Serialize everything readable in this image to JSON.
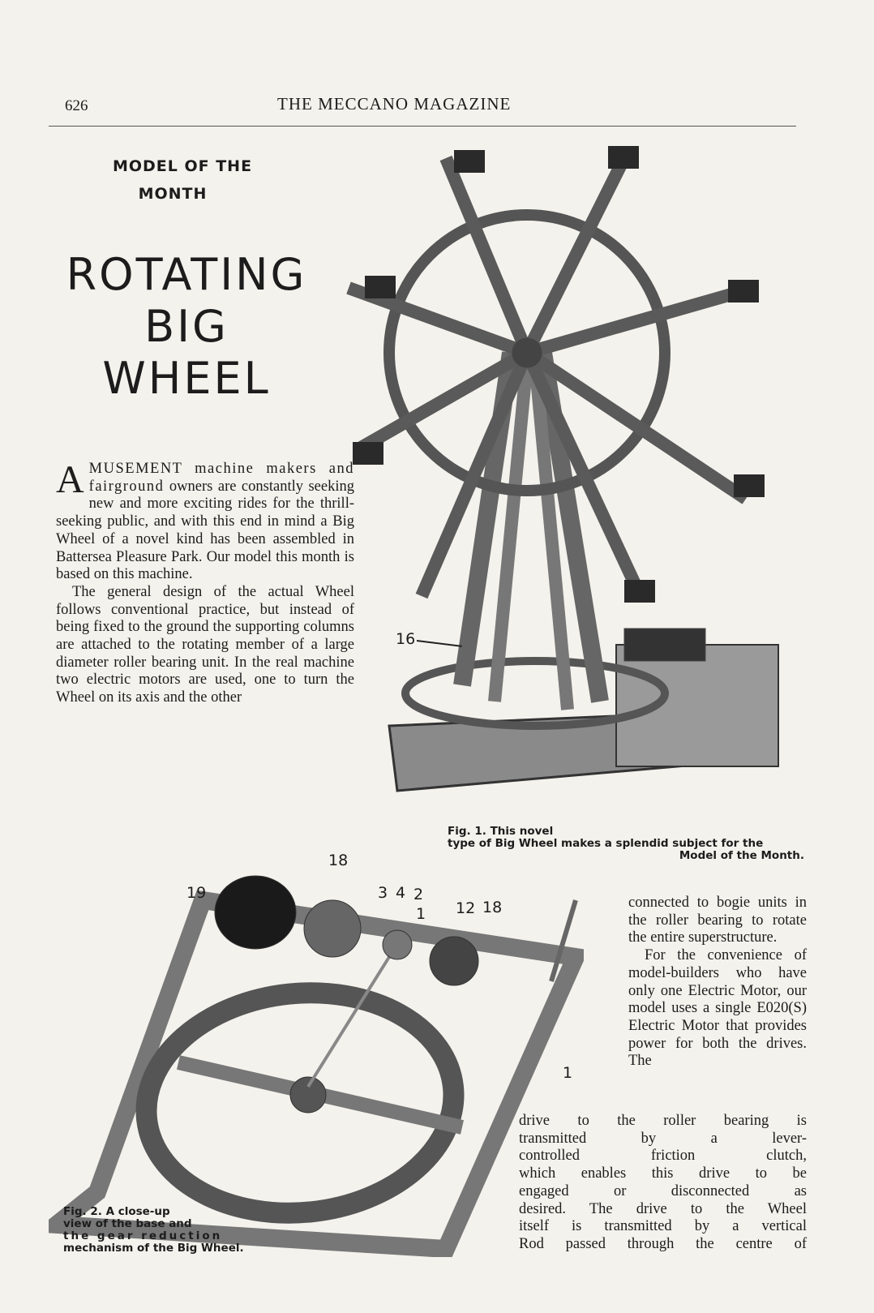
{
  "header": {
    "page_number": "626",
    "magazine_title": "THE MECCANO MAGAZINE"
  },
  "kicker": {
    "line1": "MODEL OF THE",
    "line2": "MONTH"
  },
  "headline": {
    "line1": "ROTATING",
    "line2": "BIG",
    "line3": "WHEEL"
  },
  "article": {
    "dropcap": "A",
    "lead": "MUSEMENT machine makers and fairground",
    "p1_rest": "owners are constantly seeking new and more exciting rides for the thrill-seeking public, and with this end in mind a Big Wheel of a novel kind has been assembled in Battersea Pleasure Park. Our model this month is based on this machine.",
    "p2": "The general design of the actual Wheel follows conventional practice, but instead of being fixed to the ground the supporting columns are attached to the rotating member of a large diameter roller bearing unit. In the real machine two electric motors are used, one to turn the Wheel on its axis and the other",
    "right_p1": "connected to bogie units in the roller bearing to rotate the entire superstructure.",
    "right_p2": "For the convenience of model-builders who have only one Electric Motor, our model uses a single E020(S) Electric Motor that provides power for both the drives. The",
    "bottom_lines": [
      "drive to the roller bearing is",
      "transmitted by a lever-",
      "controlled friction clutch,",
      "which enables this drive to be",
      "engaged or disconnected as",
      "desired. The drive to the Wheel",
      "itself is transmitted by a vertical",
      "Rod passed through the centre of"
    ]
  },
  "figures": {
    "fig1": {
      "caption_line1": "Fig. 1. This novel",
      "caption_line2": "type of Big Wheel makes a splendid subject for the",
      "caption_line3": "Model of the Month.",
      "callouts": [
        "16"
      ]
    },
    "fig2": {
      "caption_line1": "Fig. 2. A close-up",
      "caption_line2": "view of the base and",
      "caption_line3": "the gear reduction",
      "caption_line4": "mechanism of the Big Wheel.",
      "callouts": [
        "18",
        "19",
        "3",
        "4",
        "2",
        "1",
        "12",
        "18",
        "1"
      ]
    }
  },
  "colors": {
    "paper": "#f4f2ec",
    "ink": "#1c1c1c",
    "metal": "#6b6b6b"
  }
}
